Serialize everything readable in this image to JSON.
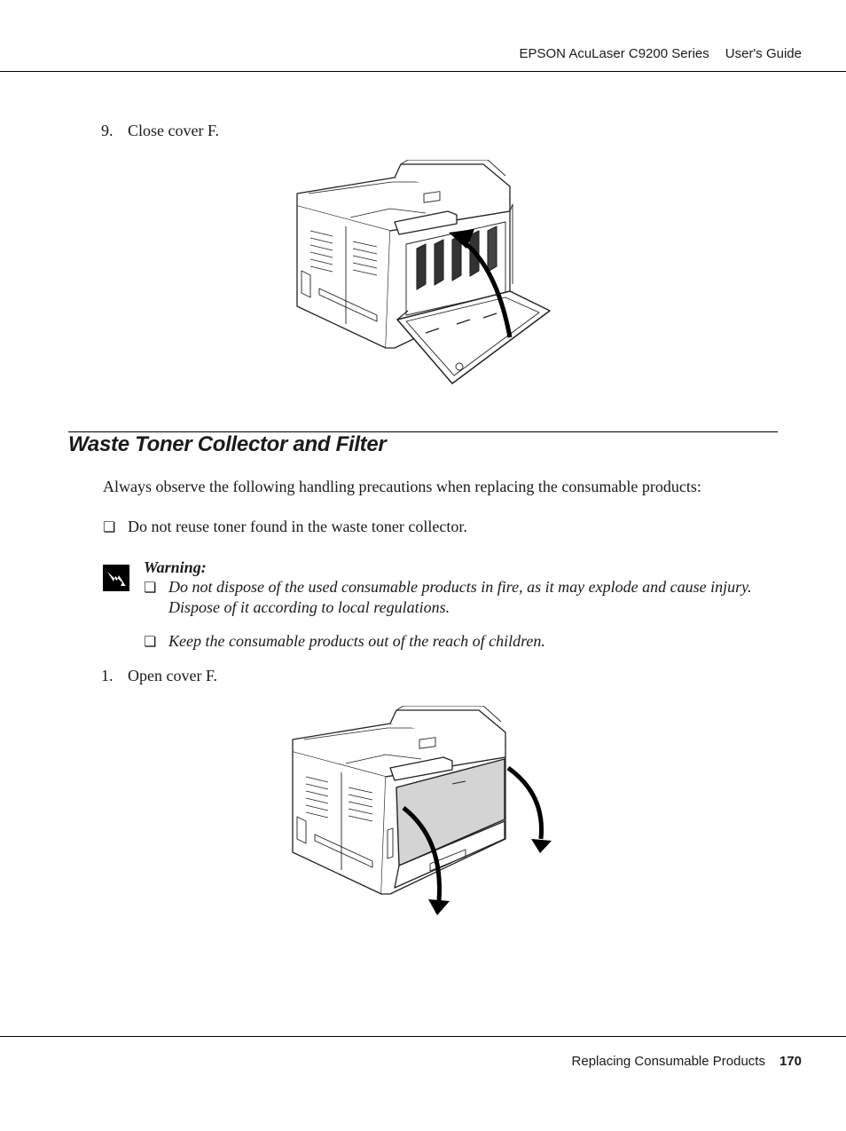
{
  "header": {
    "product": "EPSON AcuLaser C9200 Series",
    "doc": "User's Guide"
  },
  "step9": {
    "number": "9.",
    "text": "Close cover F."
  },
  "section": {
    "title": "Waste Toner Collector and Filter"
  },
  "intro": "Always observe the following handling precautions when replacing the consumable products:",
  "bullet1": {
    "marker": "❏",
    "text": "Do not reuse toner found in the waste toner collector."
  },
  "warning": {
    "title": "Warning:",
    "items": [
      {
        "marker": "❏",
        "line1": "Do not dispose of the used consumable products in fire, as it may explode and cause injury.",
        "line2": "Dispose of it according to local regulations."
      },
      {
        "marker": "❏",
        "line1": "Keep the consumable products out of the reach of children."
      }
    ]
  },
  "step1": {
    "number": "1.",
    "text": "Open cover F."
  },
  "footer": {
    "section": "Replacing Consumable Products",
    "page": "170"
  }
}
